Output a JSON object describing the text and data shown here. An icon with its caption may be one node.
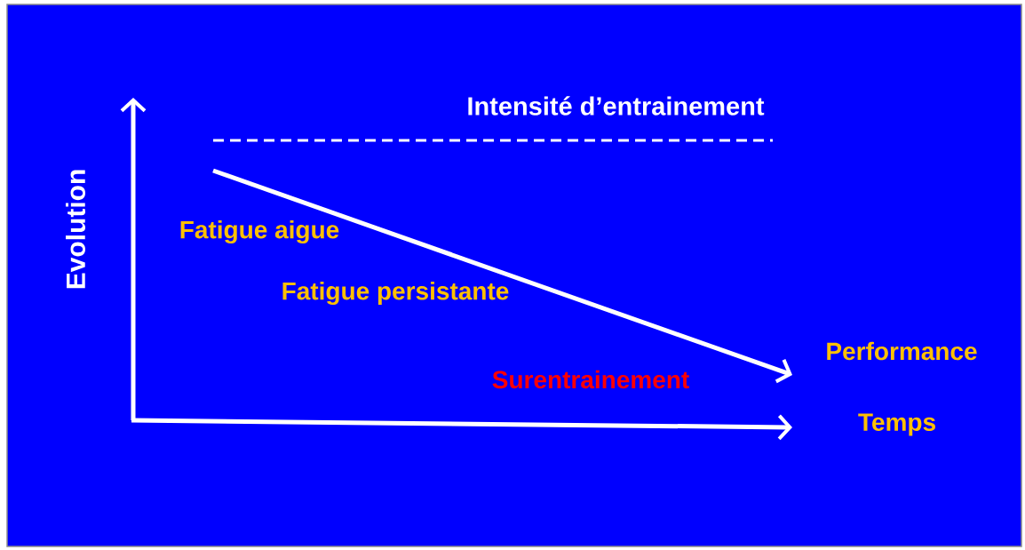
{
  "diagram": {
    "labels": [
      "Intensité d’entrainement",
      "Evolution",
      "Fatigue aigue",
      "Fatigue persistante",
      "Performance",
      "Surentrainement",
      "Temps"
    ]
  }
}
